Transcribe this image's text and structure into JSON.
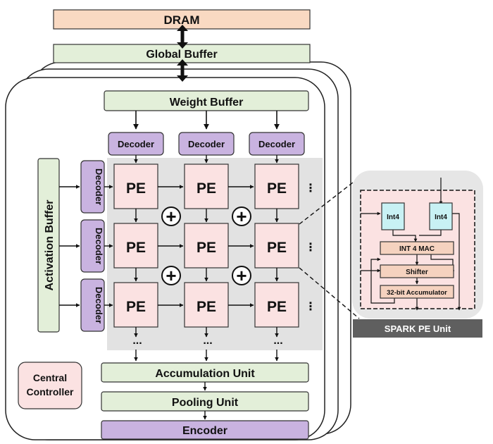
{
  "top": {
    "dram": "DRAM",
    "global_buffer": "Global Buffer"
  },
  "core": {
    "weight_buffer": "Weight Buffer",
    "activation_buffer": "Activation Buffer",
    "decoder": "Decoder",
    "pe": "PE",
    "plus": "+",
    "ellipsis_h": "⋮",
    "ellipsis_v": "...",
    "accumulation_unit": "Accumulation Unit",
    "pooling_unit": "Pooling Unit",
    "encoder": "Encoder",
    "central_controller_line1": "Central",
    "central_controller_line2": "Controller"
  },
  "spark_pe": {
    "int4_left": "Int4",
    "int4_right": "Int4",
    "mac": "INT 4 MAC",
    "shifter": "Shifter",
    "accumulator": "32-bit Accumulator",
    "caption": "SPARK PE Unit"
  },
  "colors": {
    "dram": "#f9d9c2",
    "buffer_green": "#e3efd9",
    "decoder_purple": "#c9b3e0",
    "pe_pink": "#fbe2e2",
    "pe_area_gray": "#e2e2e2",
    "int4_cyan": "#c8f1f4",
    "mac_salmon": "#f5d2bf",
    "caption_bg": "#5f5f5f"
  }
}
